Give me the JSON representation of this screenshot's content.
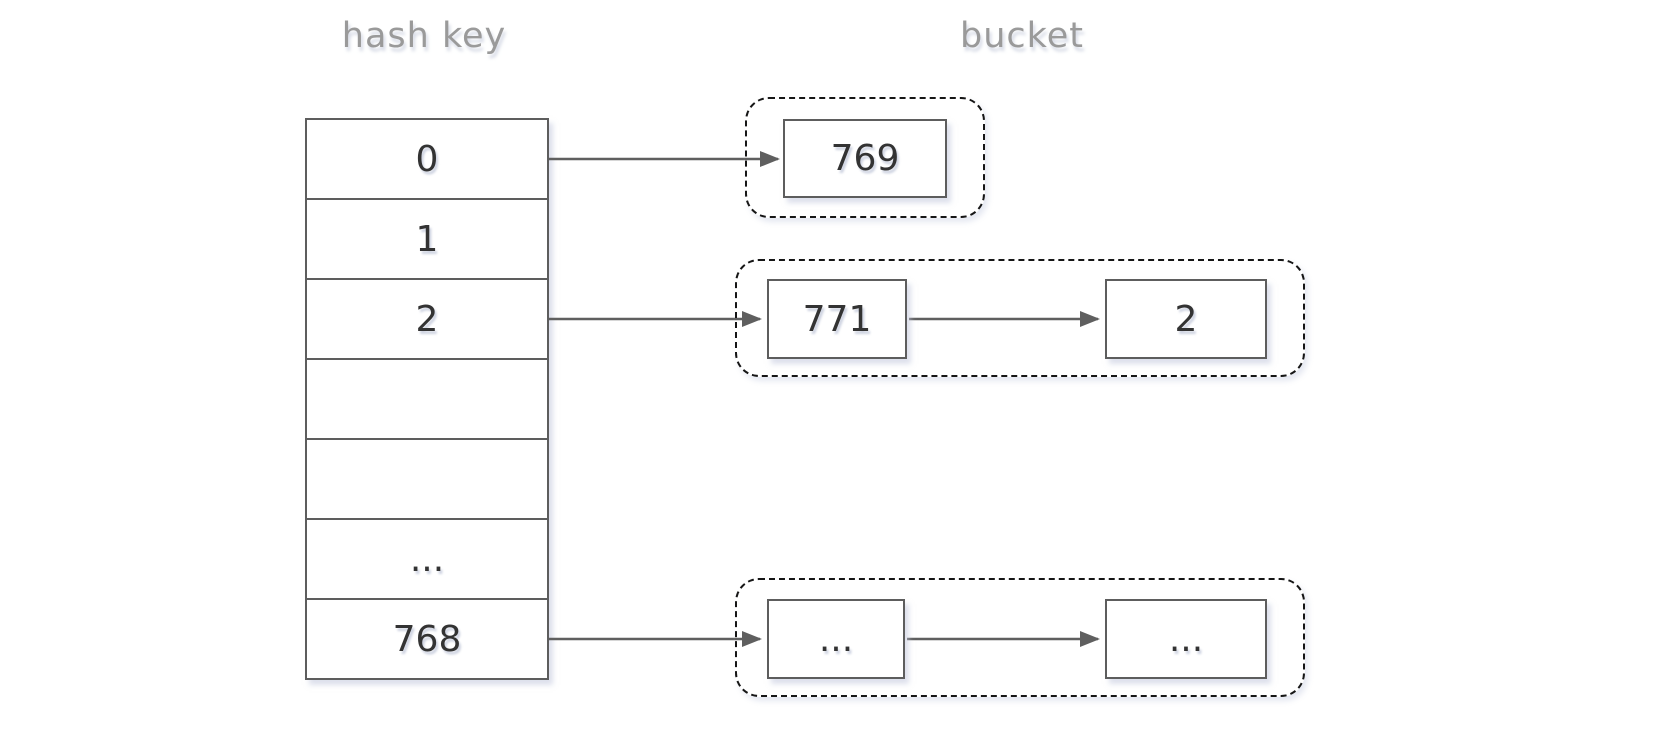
{
  "labels": {
    "hash_key": "hash key",
    "bucket": "bucket"
  },
  "hash_table": {
    "rows": [
      "0",
      "1",
      "2",
      "",
      "",
      "...",
      "768"
    ]
  },
  "buckets": [
    {
      "id": "bucket-0",
      "source_row": "0",
      "nodes": [
        "769"
      ]
    },
    {
      "id": "bucket-2",
      "source_row": "2",
      "nodes": [
        "771",
        "2"
      ]
    },
    {
      "id": "bucket-768",
      "source_row": "768",
      "nodes": [
        "...",
        "..."
      ]
    }
  ],
  "colors": {
    "background": "#ffffff",
    "label_text": "#9a9a9a",
    "box_border": "#5d5d5d",
    "dashed_border": "#161616",
    "arrow": "#5f5f5f",
    "node_text": "#333333",
    "shadow": "#c1c6dc"
  }
}
